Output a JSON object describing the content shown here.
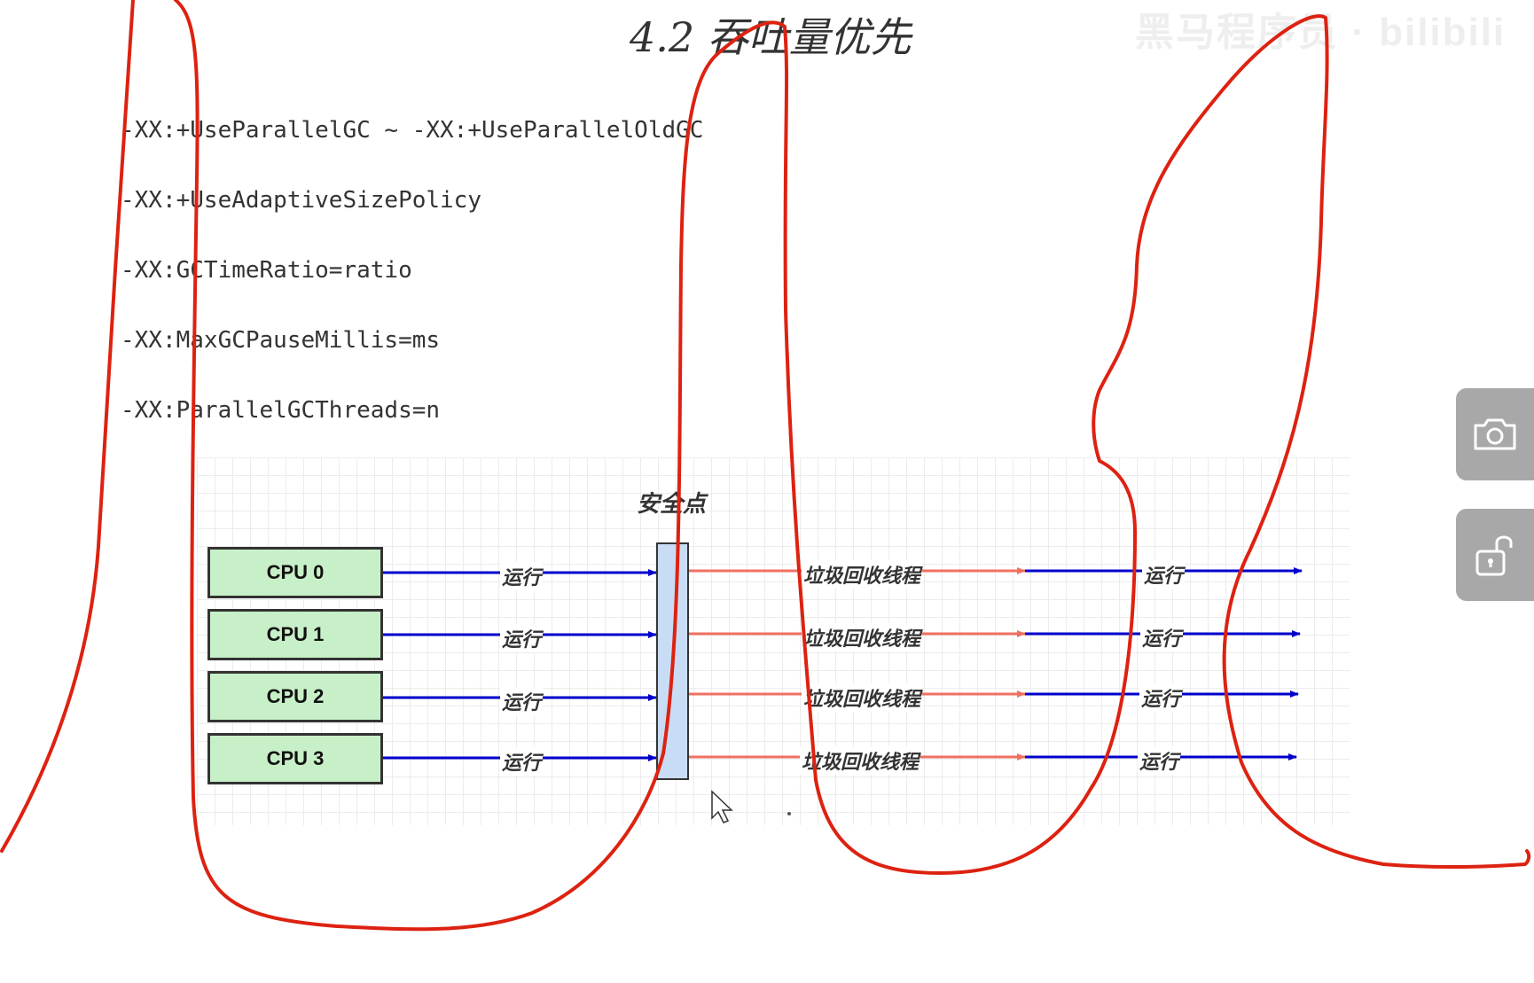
{
  "slide": {
    "title": "4.2 吞吐量优先",
    "watermark": "黑马程序员 · bilibili"
  },
  "jvm_flags": [
    "-XX:+UseParallelGC ~ -XX:+UseParallelOldGC",
    "-XX:+UseAdaptiveSizePolicy",
    "-XX:GCTimeRatio=ratio",
    "-XX:MaxGCPauseMillis=ms",
    "-XX:ParallelGCThreads=n"
  ],
  "diagram": {
    "safepoint_label": "安全点",
    "cpus": [
      "CPU 0",
      "CPU 1",
      "CPU 2",
      "CPU 3"
    ],
    "run_label": "运行",
    "gc_label": "垃圾回收线程",
    "colors": {
      "run_arrow": "#0000cc",
      "gc_arrow": "#f07060",
      "cpu_fill": "#c8f0c8",
      "safepoint_fill": "#c9dcf5",
      "annotation": "#dd2211"
    }
  },
  "side_toolbar": {
    "camera_icon": "camera-icon",
    "unlock_icon": "unlock-icon"
  }
}
